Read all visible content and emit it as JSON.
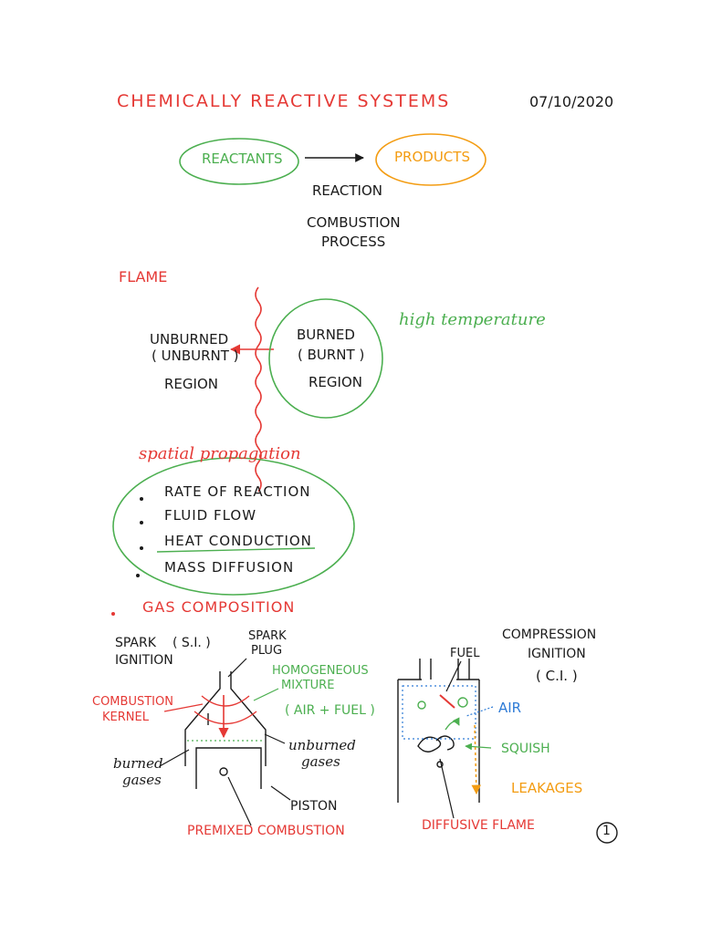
{
  "title": "CHEMICALLY REACTIVE SYSTEMS",
  "date": "07/10/2020",
  "reaction": {
    "reactants": "REACTANTS",
    "products": "PRODUCTS",
    "reaction_label": "REACTION",
    "combustion_line1": "COMBUSTION",
    "combustion_line2": "PROCESS"
  },
  "flame": {
    "heading": "FLAME",
    "unburned_line1": "UNBURNED",
    "unburned_line2": "( UNBURNT )",
    "unburned_line3": "REGION",
    "burned_line1": "BURNED",
    "burned_line2": "( BURNT )",
    "burned_line3": "REGION",
    "high_temperature": "high temperature"
  },
  "propagation": {
    "heading": "spatial propagation",
    "items": [
      "RATE OF REACTION",
      "FLUID FLOW",
      "HEAT CONDUCTION",
      "MASS DIFFUSION"
    ],
    "gas_composition": "GAS COMPOSITION"
  },
  "si_engine": {
    "spark_ignition_line1": "SPARK",
    "spark_ignition_line2": "IGNITION",
    "si_abbrev": "( S.I. )",
    "spark_plug_line1": "SPARK",
    "spark_plug_line2": "PLUG",
    "homogeneous_line1": "HOMOGENEOUS",
    "homogeneous_line2": "MIXTURE",
    "air_fuel": "( AIR + FUEL )",
    "combustion_kernel_line1": "COMBUSTION",
    "combustion_kernel_line2": "KERNEL",
    "burned_gases_line1": "burned",
    "burned_gases_line2": "gases",
    "unburned_gases_line1": "unburned",
    "unburned_gases_line2": "gases",
    "piston": "PISTON",
    "premixed": "PREMIXED COMBUSTION"
  },
  "ci_engine": {
    "fuel": "FUEL",
    "compression_line1": "COMPRESSION",
    "compression_line2": "IGNITION",
    "ci_abbrev": "( C.I. )",
    "air": "AIR",
    "squish": "SQUISH",
    "leakages": "LEAKAGES",
    "diffusive": "DIFFUSIVE FLAME"
  },
  "page_number": "1",
  "colors": {
    "red": "#e53935",
    "green": "#4caf50",
    "orange": "#f39c12",
    "blue": "#2e7bd6",
    "ink": "#1a1a1a"
  }
}
